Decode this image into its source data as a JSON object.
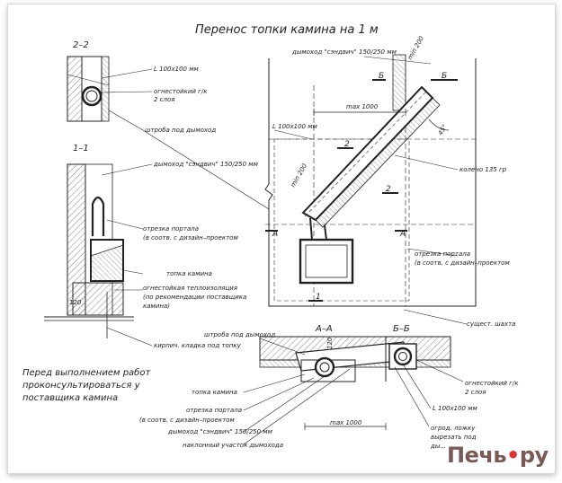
{
  "title": "Перенос топки камина на 1 м",
  "sections": {
    "s22": "2–2",
    "s11": "1–1",
    "aa": "А–А",
    "bb": "Б–Б",
    "cut_a": "А",
    "cut_b": "Б",
    "cut_1": "1",
    "cut_2": "2"
  },
  "dims": {
    "max1000": "max 1000",
    "min200a": "min 200",
    "min200b": "min 200",
    "d120a": "120",
    "d120b": "120",
    "deg45": "45°"
  },
  "labels": {
    "l100x100_top": "L 100х100 мм",
    "fireproof_gk": "огнестойкий г/к",
    "layers2": "2 слоя",
    "shtroba": "штроба под дымоход",
    "chimney_sandwich": "дымоход \"сэндвич\" 150/250 мм",
    "portal_trim": "отрезка портала",
    "portal_trim2": "(в соотв. с дизайн–проектом",
    "firebox": "топка камина",
    "insulation": "огнестойкая теплоизоляция",
    "insulation2": "(по рекомендации поставщика",
    "insulation3": "камина)",
    "brick": "кирпич. кладка под топку",
    "chimney_top": "дымоход \"сэндвич\" 150/250 мм",
    "l100x100_mid": "L 100х100 мм",
    "elbow": "колено 135 гр",
    "portal_trim_r": "отрезка портала",
    "portal_trim_r2": "(в соотв. с дизайн–проектом",
    "shaft": "сущест. шахта",
    "shtroba_b": "штроба под дымоход",
    "firebox_b": "топка камина",
    "portal_trim_b": "отрезка портала",
    "portal_trim_b2": "(в соотв. с дизайн–проектом",
    "chimney_b": "дымоход \"сэндвич\" 150/250 мм",
    "inclined": "наклонный участок дымохода",
    "fireproof_b": "огнестойкий г/к",
    "layers2_b": "2 слоя",
    "l100_b": "L 100х100 мм",
    "cut_b1": "огрод. ложку",
    "cut_b2": "вырезать под",
    "cut_b3": "ды..."
  },
  "note": {
    "line1": "Перед выполнением работ",
    "line2": "проконсультироваться у",
    "line3": "поставщика камина"
  },
  "logo": {
    "text": "Печь",
    "dot": "•",
    "suffix": "ру"
  },
  "colors": {
    "line": "#222222",
    "hatch": "#555555",
    "logo": "#7a5a55",
    "flame": "#dd3333"
  }
}
